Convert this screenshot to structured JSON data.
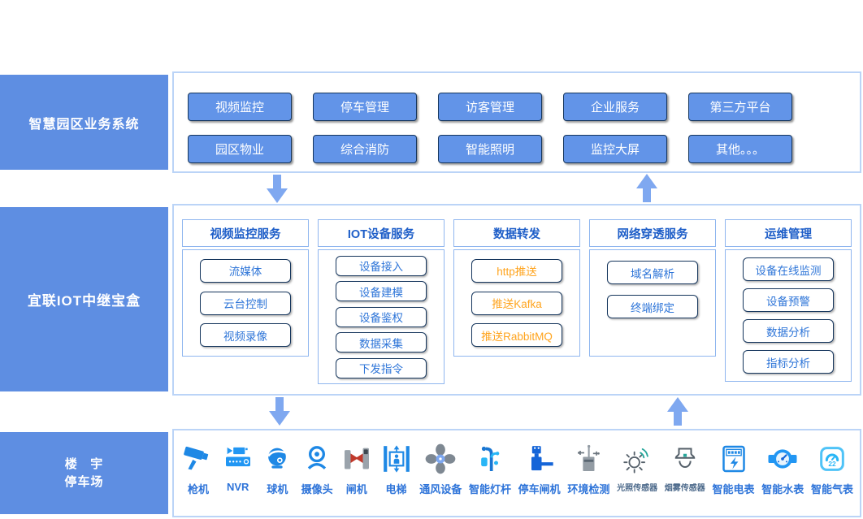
{
  "business": {
    "label": "智慧园区业务系统",
    "buttons": [
      "视频监控",
      "停车管理",
      "访客管理",
      "企业服务",
      "第三方平台",
      "园区物业",
      "综合消防",
      "智能照明",
      "监控大屏",
      "其他。。。"
    ]
  },
  "iot_box": {
    "label": "宜联IOT中继宝盒",
    "columns": [
      {
        "title": "视频监控服务",
        "items": [
          "流媒体",
          "云台控制",
          "视频录像"
        ]
      },
      {
        "title": "IOT设备服务",
        "items": [
          "设备接入",
          "设备建模",
          "设备鉴权",
          "数据采集",
          "下发指令"
        ]
      },
      {
        "title": "数据转发",
        "items": [
          "http推送",
          "推送Kafka",
          "推送RabbitMQ"
        ],
        "accent": "#FFA41E"
      },
      {
        "title": "网络穿透服务",
        "items": [
          "域名解析",
          "终端绑定"
        ]
      },
      {
        "title": "运维管理",
        "items": [
          "设备在线监测",
          "设备预警",
          "数据分析",
          "指标分析"
        ]
      }
    ]
  },
  "devices": {
    "label_line1": "楼   宇",
    "label_line2": "停车场",
    "items": [
      {
        "name": "枪机",
        "icon": "bullet-camera-icon"
      },
      {
        "name": "NVR",
        "icon": "nvr-icon"
      },
      {
        "name": "球机",
        "icon": "dome-camera-icon"
      },
      {
        "name": "摄像头",
        "icon": "webcam-icon"
      },
      {
        "name": "闸机",
        "icon": "turnstile-icon"
      },
      {
        "name": "电梯",
        "icon": "elevator-icon"
      },
      {
        "name": "通风设备",
        "icon": "fan-icon"
      },
      {
        "name": "智能灯杆",
        "icon": "smart-lamppost-icon"
      },
      {
        "name": "停车闸机",
        "icon": "parking-barrier-icon"
      },
      {
        "name": "环境检测",
        "icon": "environment-station-icon"
      },
      {
        "name": "光照传感器",
        "icon": "light-sensor-icon"
      },
      {
        "name": "烟雾传感器",
        "icon": "smoke-sensor-icon"
      },
      {
        "name": "智能电表",
        "icon": "electric-meter-icon"
      },
      {
        "name": "智能水表",
        "icon": "water-meter-icon"
      },
      {
        "name": "智能气表",
        "icon": "gas-meter-icon"
      }
    ]
  },
  "colors": {
    "panel_blue": "#5E8EE2",
    "node_blue": "#6294E8",
    "node_border": "#16365C",
    "box_border": "#8FB6EF",
    "header_text": "#1E5EC8",
    "item_text": "#2E75D8",
    "accent_orange": "#FFA41E",
    "arrow_blue": "#7FA8F0",
    "device_label": "#2E74D9"
  }
}
